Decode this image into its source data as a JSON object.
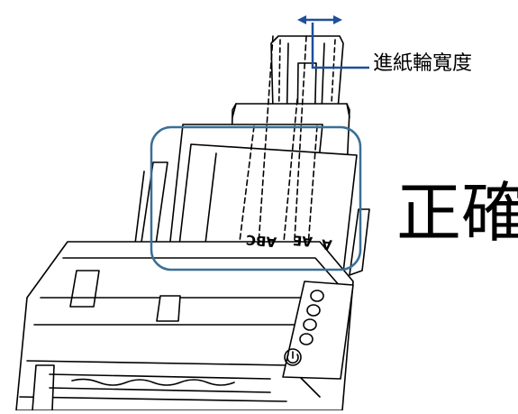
{
  "callout": {
    "label": "進紙輪寬度",
    "line_color": "#1f4e9a"
  },
  "headline": {
    "text": "正確"
  },
  "paper": {
    "printed_text": "ABC",
    "printed_text_2": "AE",
    "printed_text_3": "A"
  },
  "highlight": {
    "stroke_color": "#3a6f96"
  },
  "scanner": {
    "buttons": [
      {
        "icon": "round-button-icon"
      },
      {
        "icon": "round-button-icon"
      },
      {
        "icon": "round-button-icon"
      },
      {
        "icon": "round-button-icon"
      },
      {
        "icon": "power-icon"
      }
    ]
  }
}
